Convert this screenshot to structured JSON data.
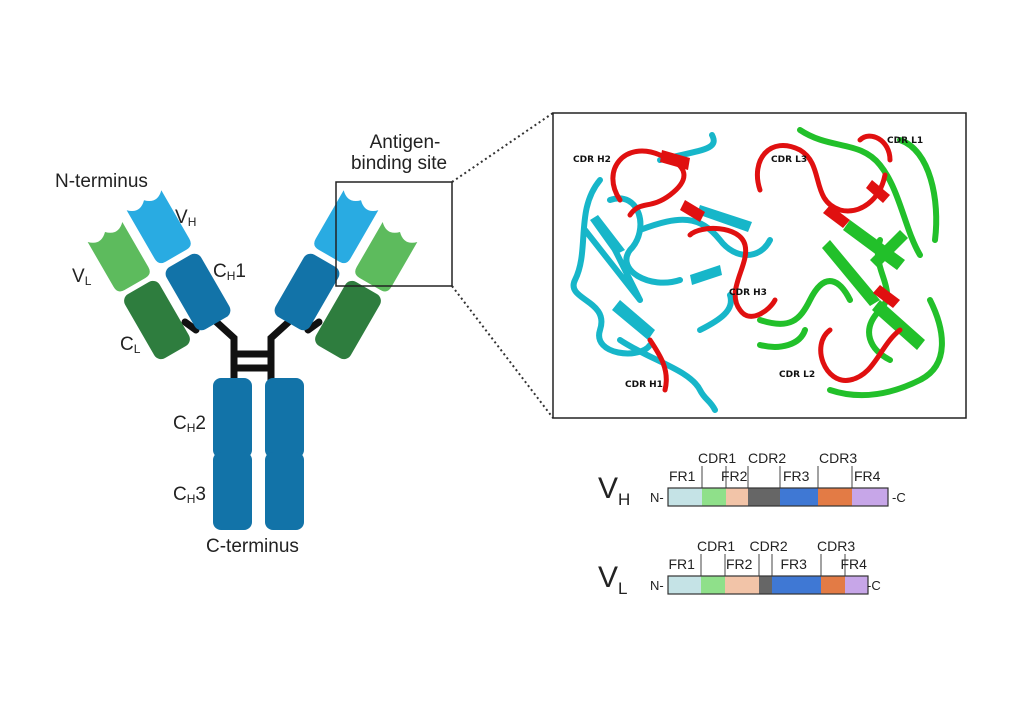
{
  "antibody": {
    "n_terminus": "N-terminus",
    "c_terminus": "C-terminus",
    "vh": {
      "main": "V",
      "sub": "H"
    },
    "vl": {
      "main": "V",
      "sub": "L"
    },
    "ch1": {
      "main": "C",
      "sub": "H",
      "suffix": "1"
    },
    "cl": {
      "main": "C",
      "sub": "L"
    },
    "ch2": {
      "main": "C",
      "sub": "H",
      "suffix": "2"
    },
    "ch3": {
      "main": "C",
      "sub": "H",
      "suffix": "3"
    },
    "antigen_site_line1": "Antigen-",
    "antigen_site_line2": "binding site",
    "colors": {
      "vh": "#29abe2",
      "vl": "#5dbb5d",
      "heavy_constant": "#1273a8",
      "light_constant": "#2e7d3e",
      "hinge": "#111111"
    }
  },
  "structure": {
    "labels": {
      "cdr_h1": "CDR H1",
      "cdr_h2": "CDR H2",
      "cdr_h3": "CDR H3",
      "cdr_l1": "CDR L1",
      "cdr_l2": "CDR L2",
      "cdr_l3": "CDR L3"
    },
    "colors": {
      "heavy": "#17b6c9",
      "light": "#22c02a",
      "cdr": "#e01010"
    }
  },
  "vh_bar": {
    "name_main": "V",
    "name_sub": "H",
    "n_label": "N-",
    "c_label": "-C",
    "segments": [
      {
        "label": "FR1",
        "color": "#c5e3e6"
      },
      {
        "label": "CDR1",
        "color": "#8fe08a"
      },
      {
        "label": "FR2",
        "color": "#f2c4a8"
      },
      {
        "label": "CDR2",
        "color": "#666666"
      },
      {
        "label": "FR3",
        "color": "#3f78d4"
      },
      {
        "label": "CDR3",
        "color": "#e37b45"
      },
      {
        "label": "FR4",
        "color": "#c7a6e8"
      }
    ]
  },
  "vl_bar": {
    "name_main": "V",
    "name_sub": "L",
    "n_label": "N-",
    "c_label": "-C",
    "segments": [
      {
        "label": "FR1",
        "color": "#c5e3e6"
      },
      {
        "label": "CDR1",
        "color": "#8fe08a"
      },
      {
        "label": "FR2",
        "color": "#f2c4a8"
      },
      {
        "label": "CDR2",
        "color": "#666666"
      },
      {
        "label": "FR3",
        "color": "#3f78d4"
      },
      {
        "label": "CDR3",
        "color": "#e37b45"
      },
      {
        "label": "FR4",
        "color": "#c7a6e8"
      }
    ]
  }
}
